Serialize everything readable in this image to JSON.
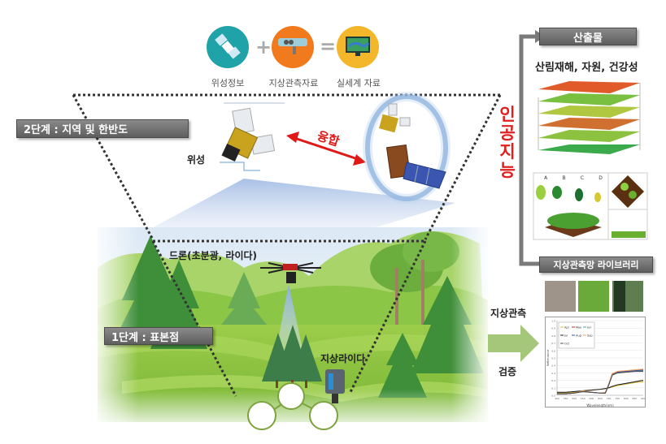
{
  "top_formula": {
    "items": [
      {
        "icon": "satellite-icon",
        "caption": "위성정보",
        "color": "#1fa2a8"
      },
      {
        "icon": "ground-sensor-icon",
        "caption": "지상관측자료",
        "color": "#f07a1c"
      },
      {
        "icon": "monitor-map-icon",
        "caption": "실세계 자료",
        "color": "#f4b62a"
      }
    ],
    "plus": "+",
    "equals": "="
  },
  "stages": {
    "stage2": "2단계 : 지역 및 한반도",
    "stage1": "1단계 : 표본점"
  },
  "labels": {
    "satellite": "위성",
    "fusion": "융합",
    "drone": "드론(초분광, 라이다)",
    "ground_lidar": "지상라이다",
    "ai": [
      "인",
      "공",
      "지",
      "능"
    ],
    "ground_observation": "지상관측",
    "verification": "검증"
  },
  "outputs": {
    "header": "산출물",
    "subtitle": "산림재해, 자원, 건강성",
    "library": "지상관측망 라이브러리",
    "tree_labels": [
      "A",
      "B",
      "C",
      "D"
    ]
  },
  "colors": {
    "ai_red": "#e02020",
    "fusion_red": "#e01818",
    "panel_gray": "#777777",
    "ellipse_blue": "#7fa8d8"
  },
  "chart_data": {
    "type": "line",
    "title": "",
    "xlabel": "Wavelength(nm)",
    "ylabel": "Reflectance",
    "xlim": [
      400,
      900
    ],
    "ylim": [
      0,
      1.0
    ],
    "legend": [
      "Apr",
      "May",
      "Jun",
      "Jul",
      "Aug",
      "Sep",
      "Oct"
    ],
    "legend_position": "top-left",
    "x": [
      400,
      450,
      500,
      550,
      600,
      650,
      680,
      700,
      720,
      750,
      800,
      850,
      900
    ],
    "series": [
      {
        "name": "Apr",
        "color": "#e0c040",
        "values": [
          0.03,
          0.03,
          0.04,
          0.06,
          0.07,
          0.08,
          0.09,
          0.1,
          0.11,
          0.13,
          0.15,
          0.17,
          0.18
        ]
      },
      {
        "name": "May",
        "color": "#d02020",
        "values": [
          0.02,
          0.02,
          0.03,
          0.06,
          0.04,
          0.03,
          0.03,
          0.15,
          0.28,
          0.31,
          0.32,
          0.33,
          0.34
        ]
      },
      {
        "name": "Jun",
        "color": "#40a0a0",
        "values": [
          0.02,
          0.02,
          0.03,
          0.05,
          0.04,
          0.03,
          0.03,
          0.14,
          0.27,
          0.3,
          0.31,
          0.32,
          0.33
        ]
      },
      {
        "name": "Jul",
        "color": "#222222",
        "values": [
          0.04,
          0.04,
          0.05,
          0.06,
          0.07,
          0.08,
          0.09,
          0.1,
          0.12,
          0.14,
          0.16,
          0.18,
          0.2
        ]
      },
      {
        "name": "Aug",
        "color": "#3050b0",
        "values": [
          0.02,
          0.02,
          0.03,
          0.05,
          0.04,
          0.03,
          0.03,
          0.14,
          0.28,
          0.31,
          0.32,
          0.33,
          0.34
        ]
      },
      {
        "name": "Sep",
        "color": "#f0a060",
        "values": [
          0.02,
          0.02,
          0.03,
          0.06,
          0.04,
          0.03,
          0.04,
          0.15,
          0.29,
          0.32,
          0.33,
          0.34,
          0.35
        ]
      },
      {
        "name": "Oct",
        "color": "#505050",
        "values": [
          0.02,
          0.02,
          0.03,
          0.05,
          0.04,
          0.03,
          0.03,
          0.14,
          0.27,
          0.3,
          0.31,
          0.32,
          0.32
        ]
      }
    ],
    "xticks": [
      400,
      450,
      500,
      550,
      600,
      650,
      700,
      750,
      800,
      850,
      900
    ],
    "yticks": [
      0,
      0.1,
      0.2,
      0.3,
      0.4,
      0.5,
      0.6,
      0.7,
      0.8,
      0.9,
      1.0
    ]
  }
}
